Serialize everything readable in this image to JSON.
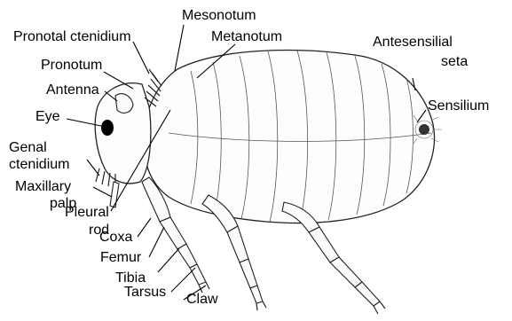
{
  "figure": {
    "labels": {
      "mesonotum": "Mesonotum",
      "pronotal_ctenidium": "Pronotal ctenidium",
      "metanotum": "Metanotum",
      "pronotum": "Pronotum",
      "antesensilial_seta_line1": "Antesensilial",
      "antesensilial_seta_line2": "seta",
      "antenna": "Antenna",
      "sensilium": "Sensilium",
      "eye": "Eye",
      "genal_ctenidium_line1": "Genal",
      "genal_ctenidium_line2": "ctenidium",
      "maxillary_palp_line1": "Maxillary",
      "maxillary_palp_line2": "palp",
      "pleural_rod_line1": "Pleural",
      "pleural_rod_line2": "rod",
      "coxa": "Coxa",
      "femur": "Femur",
      "tibia": "Tibia",
      "tarsus": "Tarsus",
      "claw": "Claw"
    },
    "colors": {
      "ink": "#000000",
      "background": "#ffffff"
    }
  }
}
